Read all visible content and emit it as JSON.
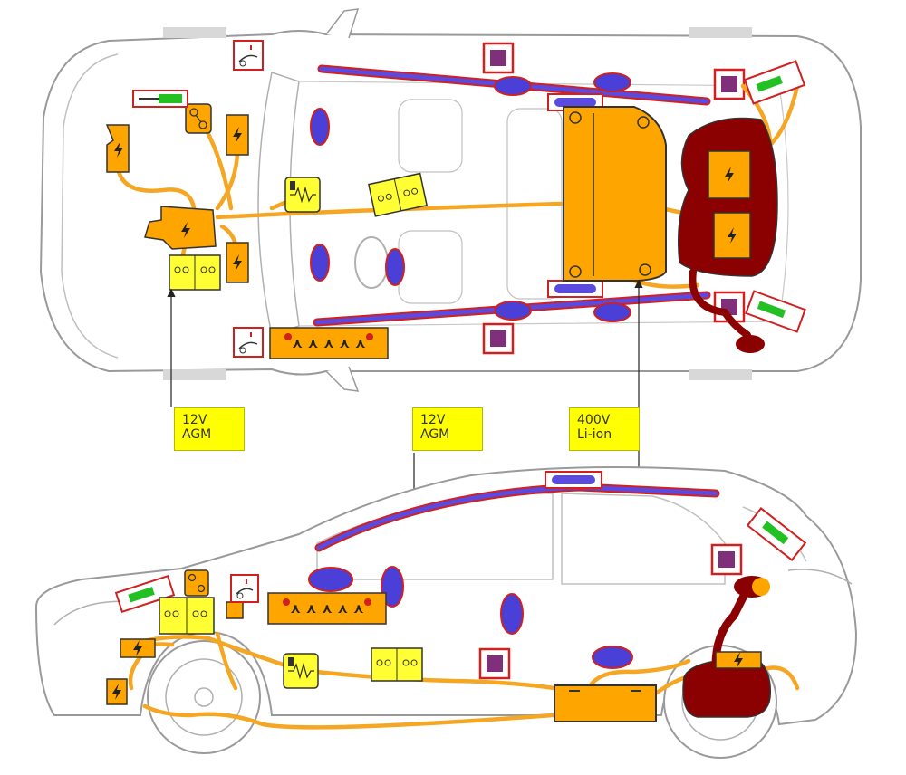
{
  "labels": {
    "front_battery": {
      "line1": "12V",
      "line2": "AGM"
    },
    "rear_battery": {
      "line1": "12V",
      "line2": "AGM"
    },
    "hv_battery": {
      "line1": "400V",
      "line2": "Li-ion"
    }
  },
  "colors": {
    "car_outline": "#9a9a9a",
    "hv_cable": "#f5a623",
    "hv_component": "#ffa500",
    "battery_12v": "#ffff33",
    "fuel_tank": "#8b0000",
    "airbag": "#4a3fd6",
    "curtain_airbag": "#5a4ae0",
    "airbag_control": "#80307a",
    "seatbelt_tensioner": "#e00000",
    "gas_strut": "#22c022",
    "label_bg": "#ffff00"
  },
  "icons": {
    "hv_symbol": "high-voltage-bolt-icon",
    "battery_cells": "battery-cells-icon",
    "fuse": "fuse-icon",
    "hood_lift": "hood-lift-icon",
    "gas_strut": "gas-strut-icon",
    "airbag_ecu": "airbag-control-unit-icon",
    "gas_generator": "gas-generator-icon",
    "belt_tensioners": "belt-tensioner-row-icon"
  },
  "glyphs": {
    "bolt": "⚡",
    "belt_row": "⋏ ⋏ ⋏ ⋏ ⋏"
  }
}
